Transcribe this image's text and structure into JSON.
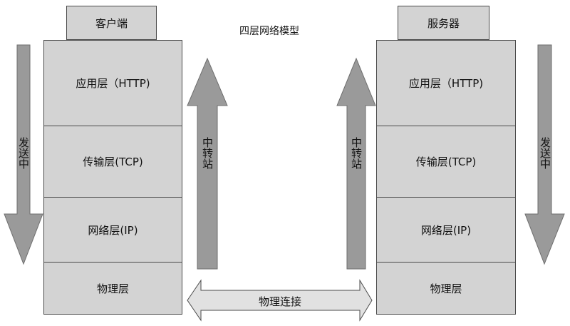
{
  "title": "四层网络模型",
  "client": {
    "header": "客户端",
    "layers": [
      "应用层（HTTP)",
      "传输层(TCP)",
      "网络层(IP)",
      "物理层"
    ],
    "send_label": "发送中",
    "relay_label": "中转站"
  },
  "server": {
    "header": "服务器",
    "layers": [
      "应用层（HTTP)",
      "传输层(TCP)",
      "网络层(IP)",
      "物理层"
    ],
    "send_label": "发送中",
    "relay_label": "中转站"
  },
  "physical_link_label": "物理连接",
  "colors": {
    "box_fill": "#d3d3d3",
    "arrow_fill": "#9a9a9a",
    "link_fill": "#e1e1e1",
    "stroke": "#4a4a4a"
  }
}
